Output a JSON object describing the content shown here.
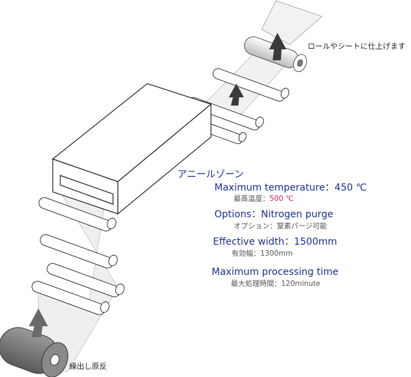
{
  "labels": {
    "output": "ロールやシートに仕上げます",
    "input": "繰出し原反"
  },
  "specs": {
    "heading": "アニールゾーン",
    "max_temp": {
      "title": "Maximum temperature：450 ℃",
      "jp_prefix": "最高温度：",
      "jp_value": "500 ℃"
    },
    "options": {
      "title": "Options：Nitrogen purge",
      "jp": "オプション：窒素パージ可能"
    },
    "width": {
      "title": "Effective width：1500mm",
      "jp": "有効幅：1300mm"
    },
    "time": {
      "title": "Maximum processing time",
      "jp": "最大処理時間：120minute"
    }
  },
  "colors": {
    "spec_text": "#1a2f8c",
    "highlight": "#d4146e",
    "sheet": "#e6e6e6",
    "arrow": "#3a3a3a",
    "input_roll": "#707070"
  },
  "icons": [
    "up-arrow-icon",
    "up-arrow-icon",
    "up-arrow-icon"
  ]
}
